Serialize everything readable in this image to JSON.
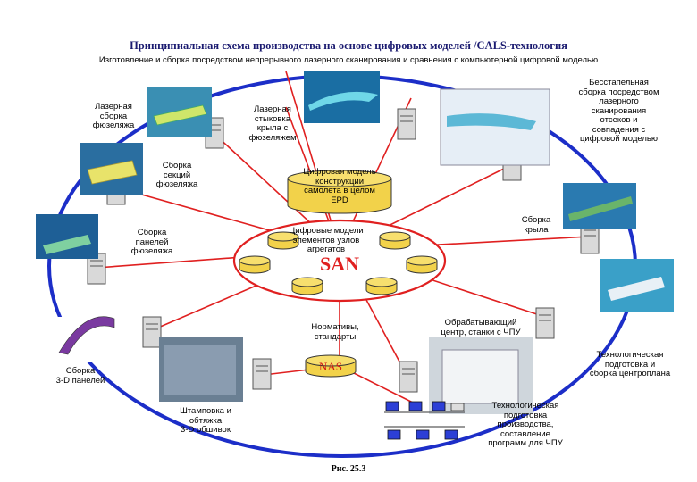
{
  "title": "Принципиальная схема производства на основе цифровых моделей /CALS-технология",
  "subtitle": "Изготовление и сборка посредством непрерывного лазерного сканирования и сравнения с компьютерной цифровой моделью",
  "nodes": {
    "laser_assembly_fuselage": "Лазерная\nсборка\nфюзеляжа",
    "laser_docking_wing": "Лазерная\nстыковка\nкрыла с\nфюзеляжем",
    "seamless_assembly": "Бесстапельная\nсборка посредством\nлазерного\nсканирования\nотсеков и\nсовпадения с\nцифровой моделью",
    "fuselage_sections": "Сборка\nсекций\nфюзеляжа",
    "digital_model_epd": "Цифровая модель\nконструкции\nсамолета в целом\nEPD",
    "fuselage_panels": "Сборка\nпанелей\nфюзеляжа",
    "digital_models_units": "Цифровые модели\nэлементов узлов\nагрегатов",
    "wing_assembly": "Сборка\nкрыла",
    "san": "SAN",
    "norms": "Нормативы,\nстандарты",
    "machining_center": "Обрабатывающий\nцентр, станки с ЧПУ",
    "tech_prep_centerwing": "Технологическая\nподготовка и\nсборка центроплана",
    "assembly_3d_panels": "Сборка\n3-D панелей",
    "nas": "NAS",
    "stamping": "Штамповка и\nобтяжка\n3-D обшивок",
    "tech_prep_cnc": "Технологическая\nподготовка\nпроизводства,\nсоставление\nпрограмм для ЧПУ"
  },
  "figure_caption": "Рис. 25.3",
  "colors": {
    "title": "#1a1a70",
    "ring": "#1c2ec8",
    "links": "#e02020",
    "san_text": "#e02020",
    "disk": "#f2d24a",
    "server": "#d9d9d9"
  }
}
